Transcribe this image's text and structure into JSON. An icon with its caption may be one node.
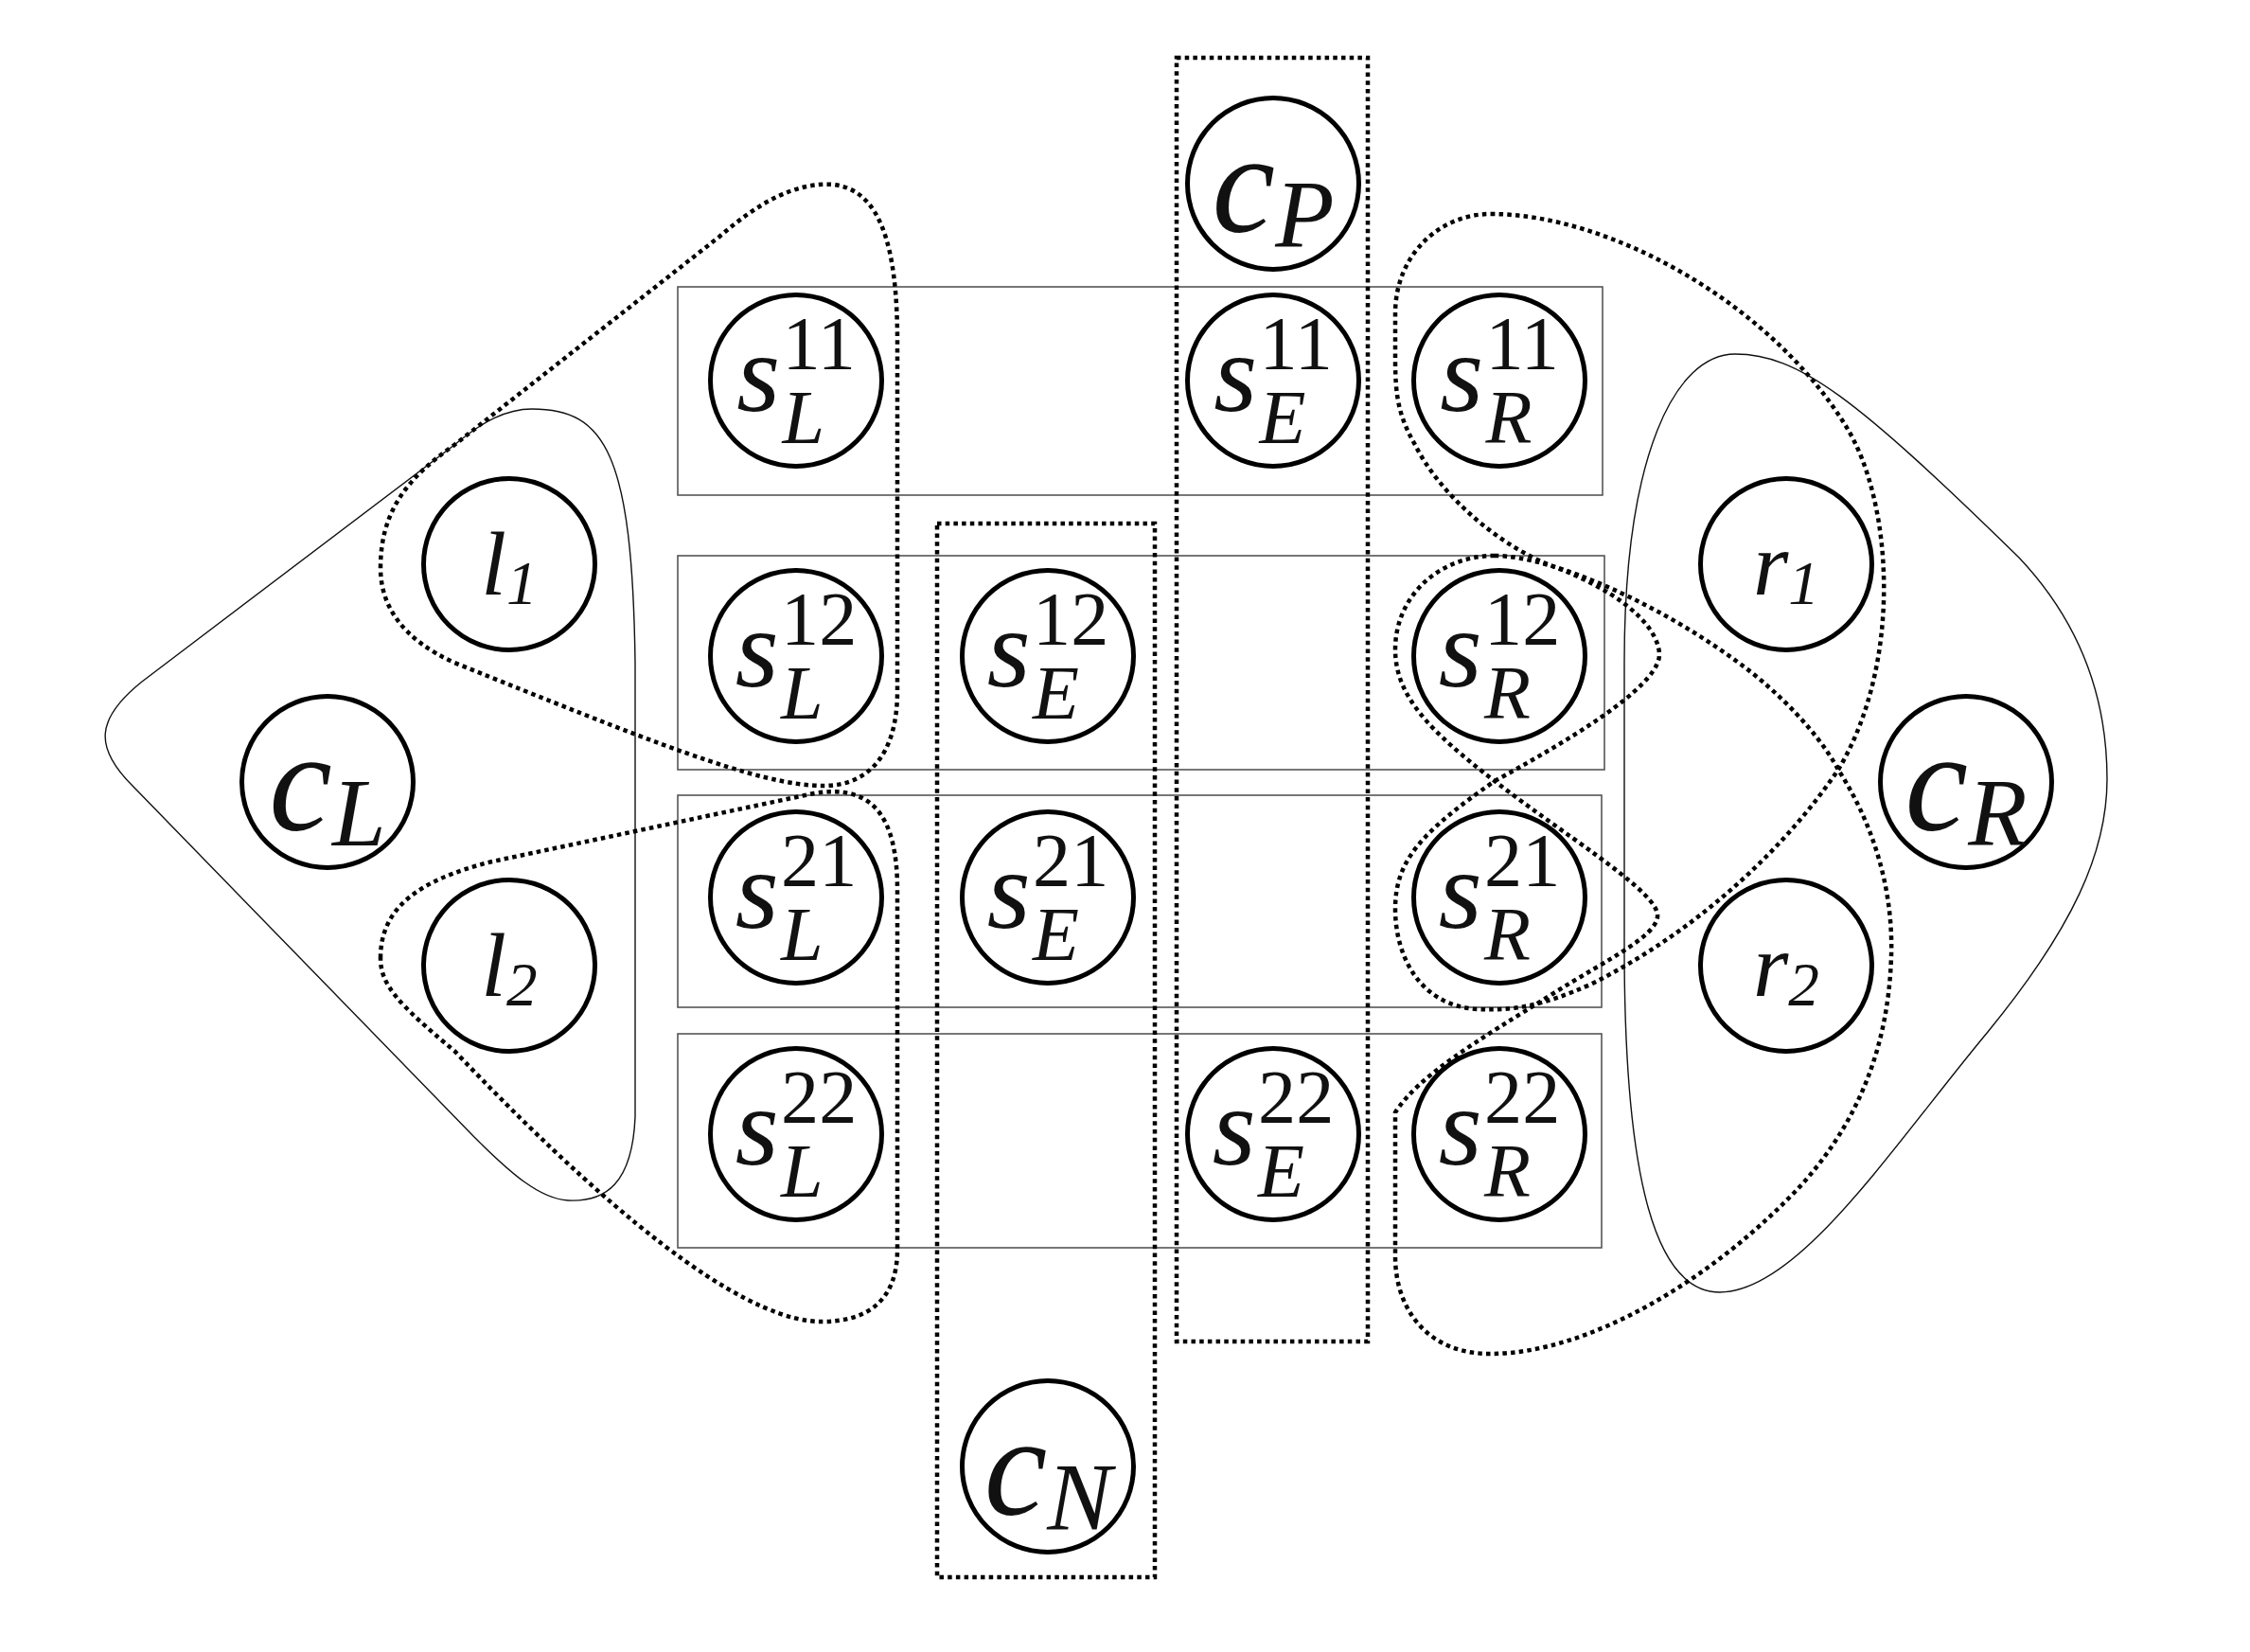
{
  "diagram": {
    "nodes": [
      {
        "text": [
          "c$_{P}$"
        ]
      },
      {
        "text": [
          "s$^{11}$$_{L}$"
        ]
      },
      {
        "text": [
          "s$^{11}$$_{E}$"
        ]
      },
      {
        "text": [
          "s$^{11}$$_{R}$"
        ]
      },
      {
        "text": [
          "l$_{1}$"
        ]
      },
      {
        "text": [
          "r$_{1}$"
        ]
      },
      {
        "text": [
          "s$^{12}$$_{L}$"
        ]
      },
      {
        "text": [
          "s$^{12}$$_{E}$"
        ]
      },
      {
        "text": [
          "s$^{12}$$_{R}$"
        ]
      },
      {
        "text": [
          "c$_{L}$"
        ]
      },
      {
        "text": [
          "c$_{R}$"
        ]
      },
      {
        "text": [
          "s$^{21}$$_{L}$"
        ]
      },
      {
        "text": [
          "s$^{21}$$_{E}$"
        ]
      },
      {
        "text": [
          "s$^{21}$$_{R}$"
        ]
      },
      {
        "text": [
          "l$_{2}$"
        ]
      },
      {
        "text": [
          "r$_{2}$"
        ]
      },
      {
        "text": [
          "s$^{22}$$_{L}$"
        ]
      },
      {
        "text": [
          "s$^{22}$$_{E}$"
        ]
      },
      {
        "text": [
          "s$^{22}$$_{R}$"
        ]
      },
      {
        "text": [
          "c$_{N}$"
        ]
      }
    ]
  }
}
